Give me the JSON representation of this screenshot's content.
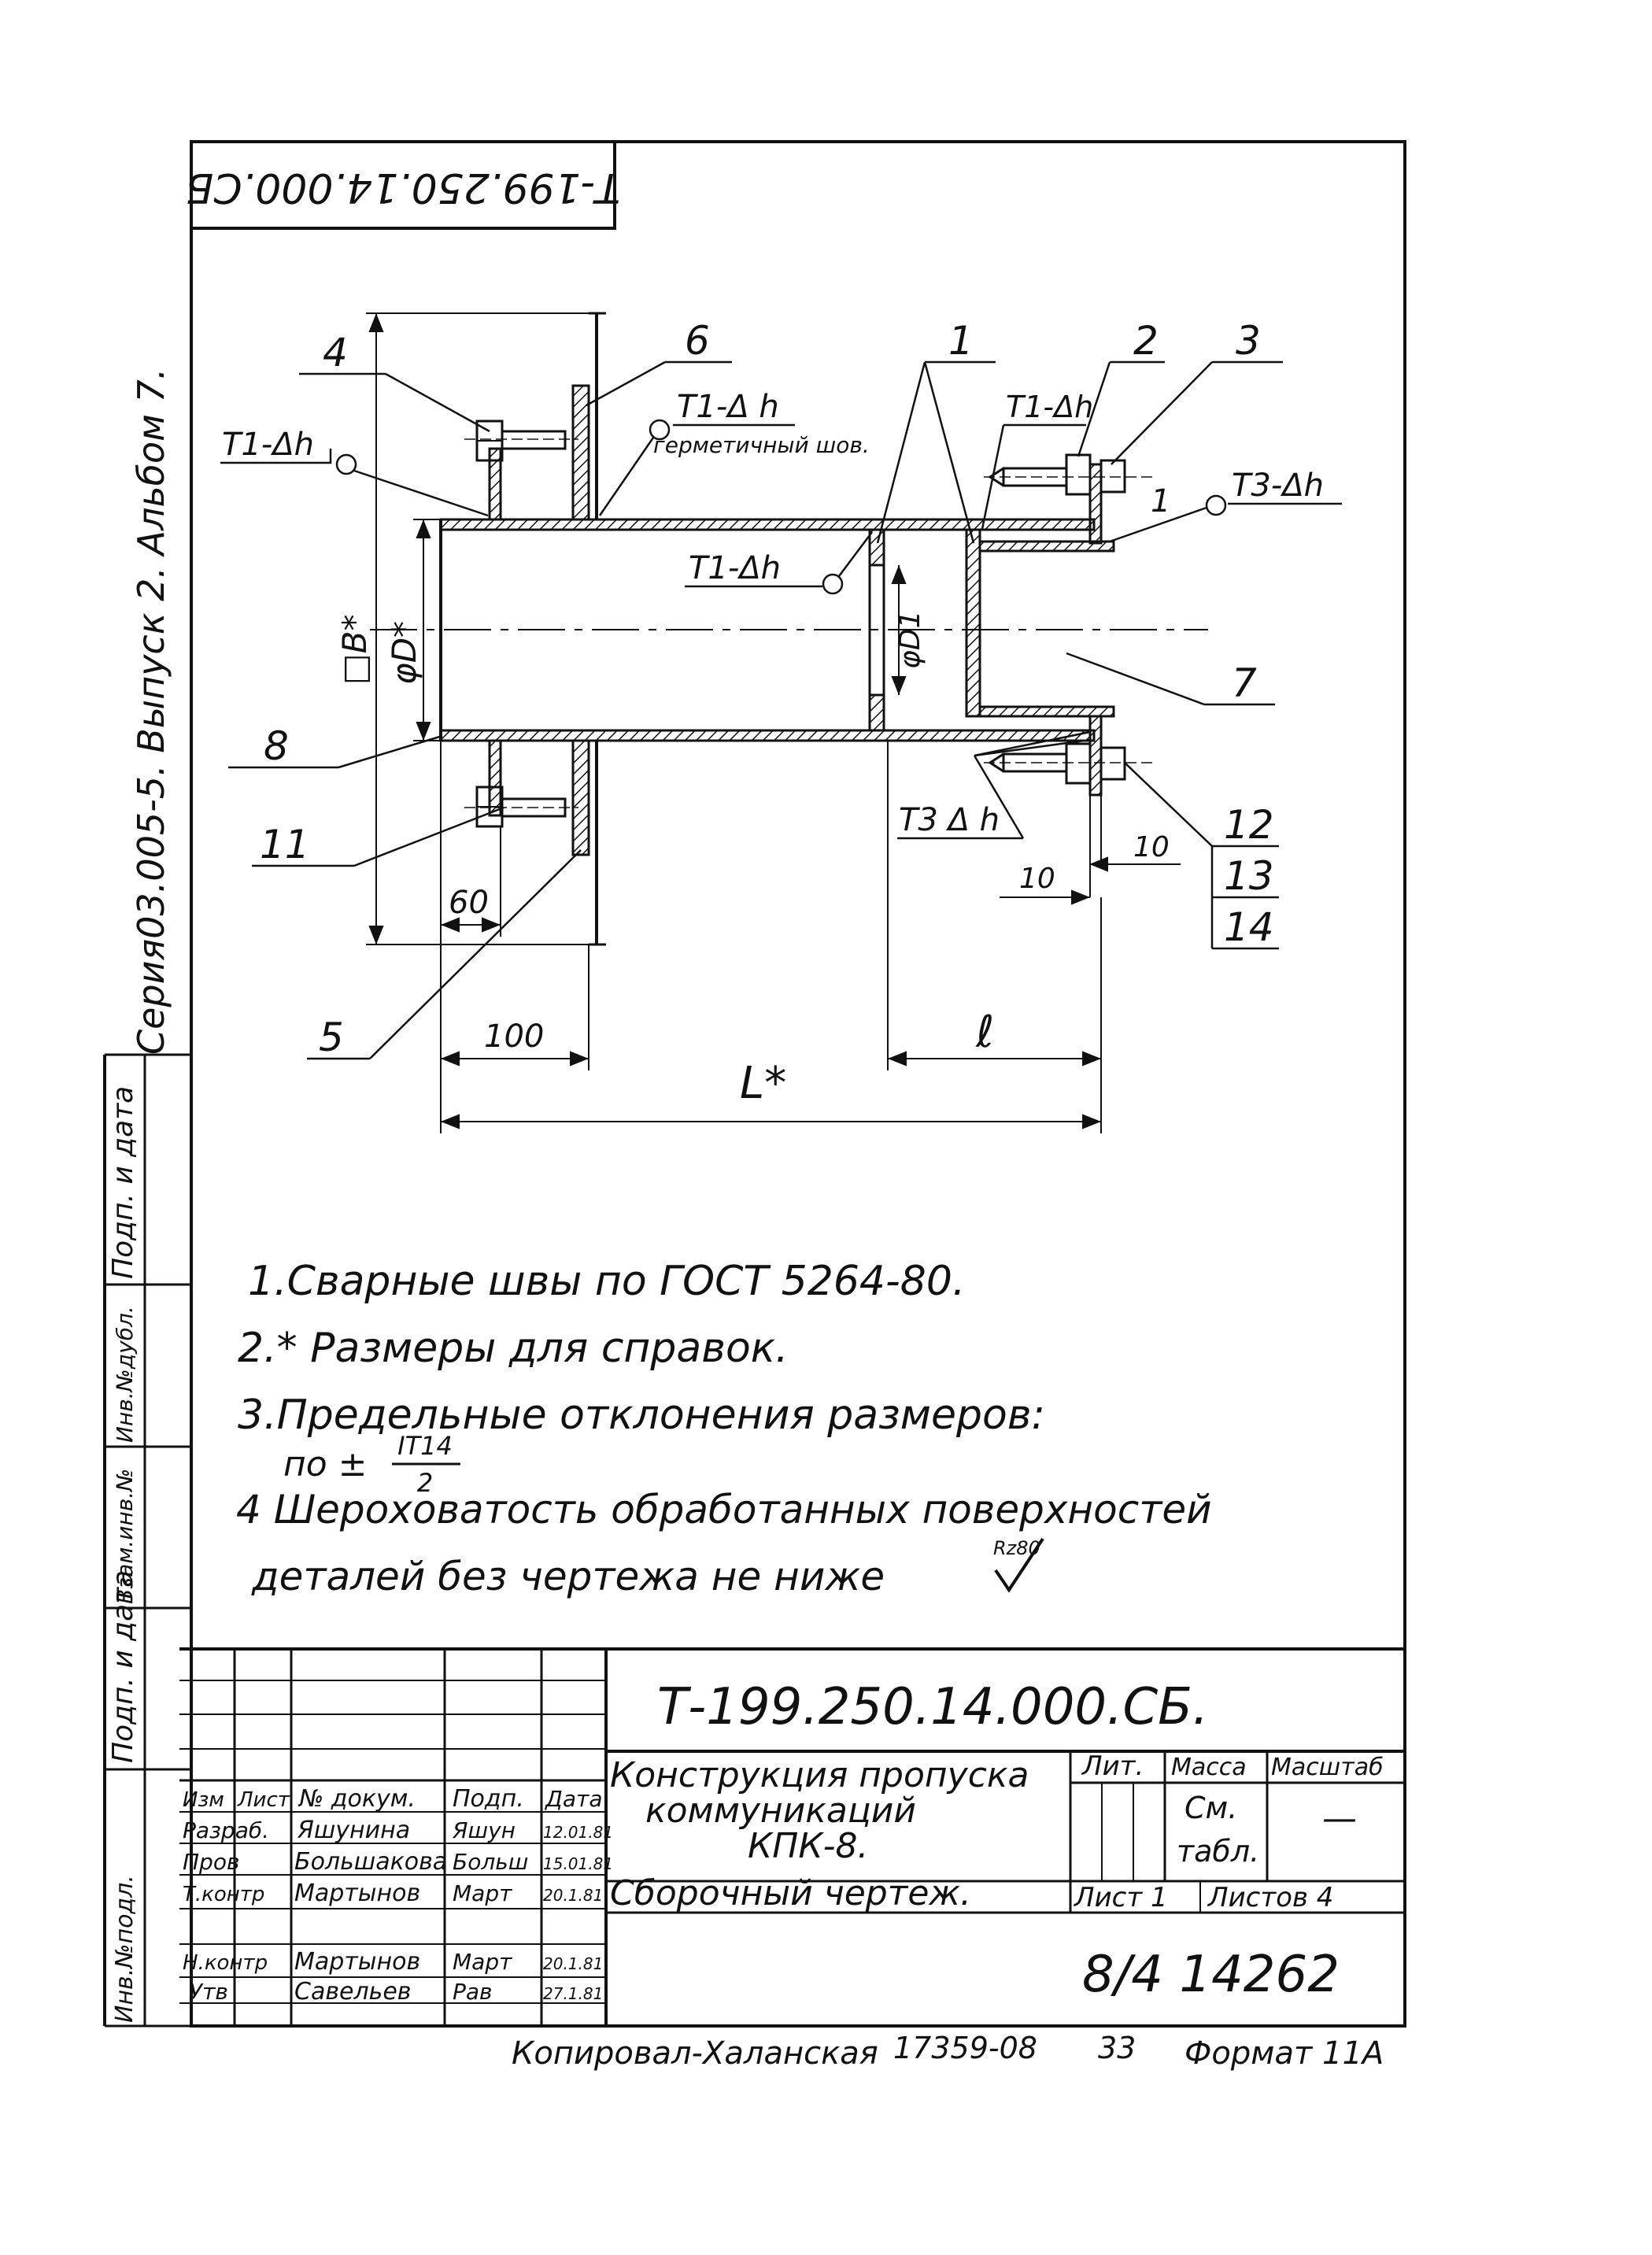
{
  "stamp_top": "Т-199.250.14.000.СБ",
  "series_side": "Серия03.005-5. Выпуск 2. Альбом 7.",
  "side_columns": [
    "Инв.№подл.",
    "Подп. и дата",
    "Взам.инв.№",
    "Инв.№дубл.",
    "Подп. и дата"
  ],
  "callouts": {
    "c1a": "1",
    "c1b": "1",
    "c2": "2",
    "c3": "3",
    "c4": "4",
    "c5": "5",
    "c6": "6",
    "c7": "7",
    "c8": "8",
    "c11": "11",
    "c12": "12",
    "c13": "13",
    "c14": "14"
  },
  "welds": {
    "w_left": "Т1-Δh",
    "w_top": "Т1-Δ h",
    "w_top_note": "герметичный шов.",
    "w_mid": "Т1-Δh",
    "w_right_top": "Т1-Δh",
    "w_right": "Т3-Δh",
    "w_bottom": "Т3 Δ h"
  },
  "dimensions": {
    "d_b": "□В*",
    "d_D": "φD*",
    "d_D1": "φD1",
    "d_60": "60",
    "d_100": "100",
    "d_l": "ℓ",
    "d_L": "L*",
    "d_10a": "10",
    "d_10b": "10"
  },
  "notes": {
    "n1": "1.Сварные швы по ГОСТ 5264-80.",
    "n2": "2.* Размеры для справок.",
    "n3": "3.Предельные отклонения размеров:",
    "n3b_prefix": "по ±",
    "n3b_num": "IT14",
    "n3b_den": "2",
    "n4": "4 Шероховатость обработанных поверхностей",
    "n4b": "деталей без чертежа не ниже",
    "n4_rough": "Rz80"
  },
  "title_block": {
    "code": "Т-199.250.14.000.СБ.",
    "name_l1": "Конструкция пропуска",
    "name_l2": "коммуникаций",
    "name_l3": "КПК-8.",
    "name_l4": "Сборочный чертеж.",
    "hdr_izm": "Изм",
    "hdr_list": "Лист",
    "hdr_doc": "№ докум.",
    "hdr_podp": "Подп.",
    "hdr_data": "Дата",
    "r1_role": "Разраб.",
    "r1_name": "Яшунина",
    "r1_sign": "Яшун",
    "r1_date": "12.01.81",
    "r2_role": "Пров",
    "r2_name": "Большакова",
    "r2_sign": "Больш",
    "r2_date": "15.01.81",
    "r3_role": "Т.контр",
    "r3_name": "Мартынов",
    "r3_sign": "Март",
    "r3_date": "20.1.81",
    "r4_role": "Н.контр",
    "r4_name": "Мартынов",
    "r4_sign": "Март",
    "r4_date": "20.1.81",
    "r5_role": "Утв",
    "r5_name": "Савельев",
    "r5_sign": "Рав",
    "r5_date": "27.1.81",
    "lit": "Лит.",
    "massa": "Масса",
    "masshtab": "Масштаб",
    "massa_val_1": "См.",
    "massa_val_2": "табл.",
    "masshtab_val": "—",
    "sheet": "Лист 1",
    "sheets": "Листов 4",
    "org": "8/4 14262"
  },
  "footer": {
    "copied": "Копировал-Халанская",
    "order": "17359-08",
    "n": "33",
    "format": "Формат 11А"
  }
}
